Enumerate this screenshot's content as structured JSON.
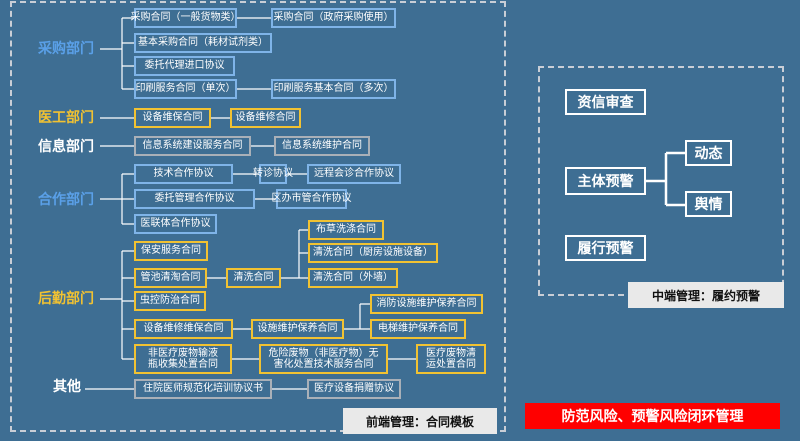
{
  "colors": {
    "background": "#3e6e93",
    "purchase": "#5aa0e8",
    "medical": "#f1c232",
    "logistics": "#f1c232",
    "info": "#ffffff",
    "coop": "#5aa0e8",
    "other": "#ffffff",
    "banner": "#ff0000"
  },
  "departments": {
    "purchase": "采购部门",
    "medical": "医工部门",
    "info": "信息部门",
    "coop": "合作部门",
    "logistics": "后勤部门",
    "other": "其他"
  },
  "contracts": {
    "purchase_general": "采购合同（一般货物类）",
    "purchase_gov": "采购合同（政府采购使用）",
    "purchase_basic": "基本采购合同（耗材试剂类）",
    "agent_import": "委托代理进口协议",
    "print_single": "印刷服务合同（单次）",
    "print_multi": "印刷服务基本合同（多次）",
    "equip_maint_protect": "设备维保合同",
    "equip_maint_repair": "设备维修合同",
    "info_build": "信息系统建设服务合同",
    "info_maint": "信息系统维护合同",
    "tech_coop": "技术合作协议",
    "referral": "转诊协议",
    "remote_consult": "远程会诊合作协议",
    "trust_mgmt": "委托管理合作协议",
    "district_trust": "区办市管合作协议",
    "medical_union": "医联体合作协议",
    "security": "保安服务合同",
    "pipe_clean": "管池清淘合同",
    "cleaning": "清洗合同",
    "linen_wash": "布草洗涤合同",
    "clean_kitchen": "清洗合同（厨房设施设备）",
    "clean_exterior": "清洗合同（外墙）",
    "pest": "虫控防治合同",
    "equip_maint_protect2": "设备维修维保合同",
    "facility_maint": "设施维护保养合同",
    "fire_maint": "消防设施维护保养合同",
    "elevator_maint": "电梯维护保养合同",
    "nonmed_waste": "非医疗废物输液瓶收集处置合同",
    "hazardous": "危险废物（非医疗物）无害化处置技术服务合同",
    "medical_waste": "医疗废物清运处置合同",
    "resident_training": "住院医师规范化培训协议书",
    "equip_donation": "医疗设备捐赠协议"
  },
  "right_panel": {
    "credit_review": "资信审查",
    "subject_alert": "主体预警",
    "dynamic": "动态",
    "public_opinion": "舆情",
    "performance_alert": "履行预警"
  },
  "labels": {
    "front_end": "前端管理：合同模板",
    "middle_end": "中端管理：履约预警",
    "banner": "防范风险、预警风险闭环管理"
  }
}
